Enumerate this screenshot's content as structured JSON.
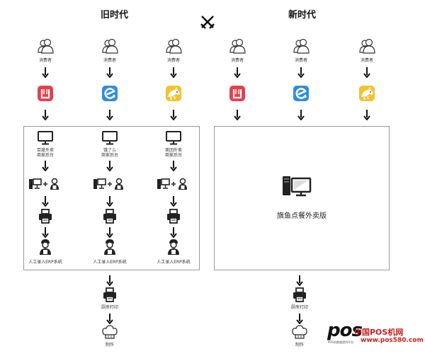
{
  "titles": {
    "old": "旧时代",
    "new": "新时代"
  },
  "colors": {
    "meituan": "#e5404c",
    "eleme": "#2e8de4",
    "baidu": "#f6c12b",
    "line": "#9a9a9a",
    "watermark_red": "#c81e1e"
  },
  "old_era": {
    "columns": [
      {
        "consumer": "消费者",
        "app_icon": "fork-icon",
        "platform": "百度外卖\n商家后台",
        "manual": "人工录入ERP系统"
      },
      {
        "consumer": "消费者",
        "app_icon": "eleme-icon",
        "platform": "饿了么\n商家后台",
        "manual": "人工录入ERP系统"
      },
      {
        "consumer": "消费者",
        "app_icon": "kangaroo-icon",
        "platform": "美团外卖\n商家后台",
        "manual": "人工录入ERP系统"
      }
    ],
    "kitchen_print": "厨房打印",
    "produce": "制作"
  },
  "new_era": {
    "columns": [
      {
        "consumer": "消费者",
        "app_icon": "fork-icon"
      },
      {
        "consumer": "消费者",
        "app_icon": "eleme-icon"
      },
      {
        "consumer": "消费者",
        "app_icon": "kangaroo-icon"
      }
    ],
    "system_label": "旗鱼点餐外卖版",
    "kitchen_print": "厨房打印",
    "produce": "制作"
  },
  "icons": {
    "versus": "crossed-swords-icon",
    "consumer": "person-icon",
    "monitor": "monitor-icon",
    "computer_plus_person": "computer-operator-icon",
    "printer": "printer-icon",
    "staff": "staff-icon",
    "chef": "chef-hat-icon",
    "arrow": "arrow-down-icon"
  },
  "watermark": {
    "logo": "pos",
    "site_name": "中国POS机网",
    "url": "www.pos580.com",
    "tagline": "POS机数据提供平台"
  }
}
